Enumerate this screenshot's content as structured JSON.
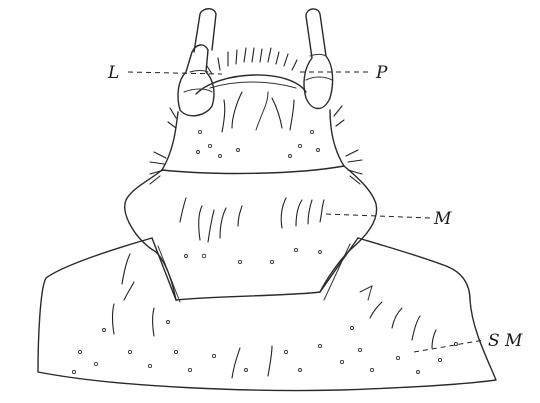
{
  "figure": {
    "labels": {
      "L": "L",
      "P": "P",
      "M": "M",
      "SM": "S M"
    }
  }
}
